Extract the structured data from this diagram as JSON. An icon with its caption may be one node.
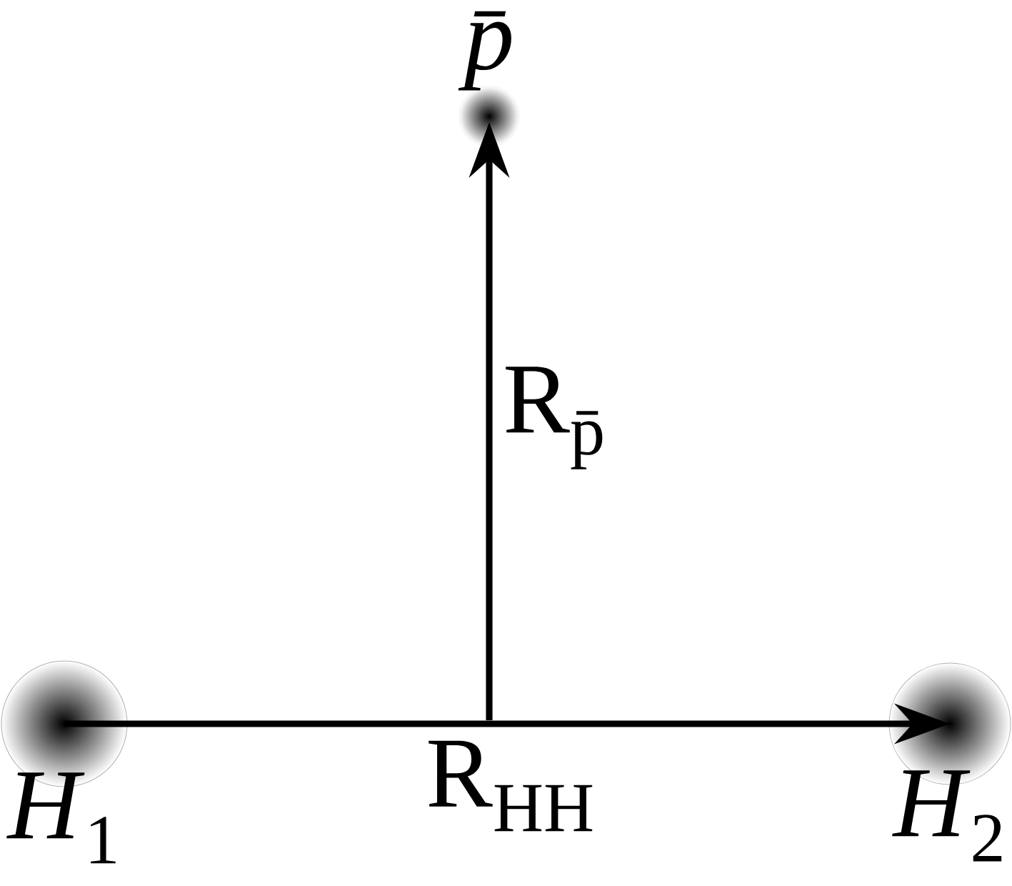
{
  "diagram": {
    "nodes": [
      {
        "text": [
          "p̄"
        ]
      },
      {
        "text": [
          "*H*$_{1}$"
        ]
      },
      {
        "text": [
          "*H*$_{2}$"
        ]
      }
    ],
    "edges": [
      {
        "from": 1,
        "to": 2,
        "arrow": "to",
        "label": "R$_{HH}$"
      },
      {
        "from": null,
        "to": 0,
        "arrow": "to",
        "label": "R$_{p̄}$"
      }
    ]
  }
}
